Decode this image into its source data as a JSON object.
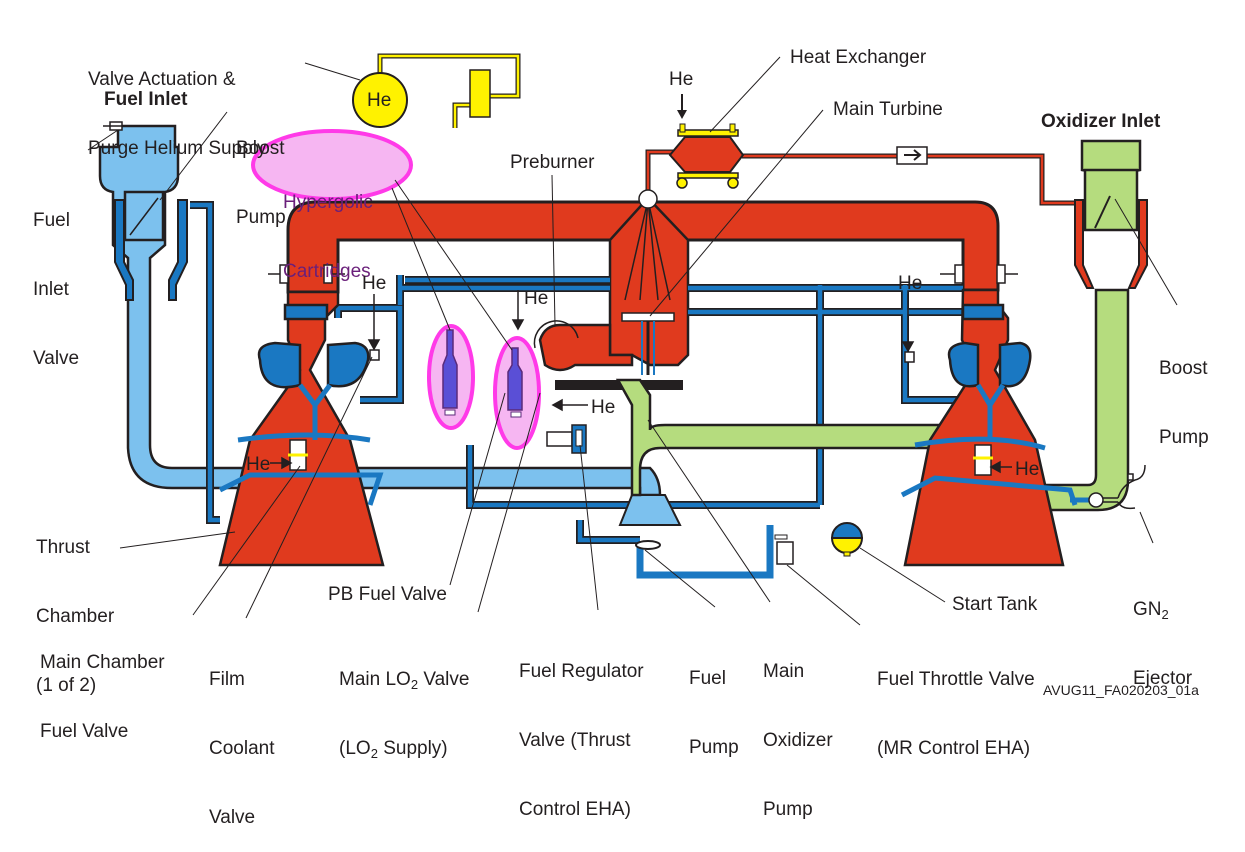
{
  "title": "Engine propellant flow schematic",
  "figure_id": "AVUG11_FA020203_01a",
  "colors": {
    "fuel_dark": "#1a78c2",
    "fuel_light": "#7cc1ee",
    "oxidizer": "#b5dc7e",
    "hot_gas": "#e03a1e",
    "helium": "#fff200",
    "hypergolic_highlight": "#ff4df0",
    "hypergolic_fill": "#f6b6f2",
    "cartridge": "#5a4fd6",
    "outline": "#231f20"
  },
  "labels": {
    "valve_actuation_1": "Valve Actuation &",
    "valve_actuation_2": "Purge Helium Supply",
    "fuel_inlet": "Fuel Inlet",
    "boost_pump_left_1": "Boost",
    "boost_pump_left_2": "Pump",
    "fuel_inlet_valve_1": "Fuel",
    "fuel_inlet_valve_2": "Inlet",
    "fuel_inlet_valve_3": "Valve",
    "hypergolic_1": "Hypergolic",
    "hypergolic_2": "Cartridges",
    "preburner": "Preburner",
    "heat_exchanger": "Heat Exchanger",
    "main_turbine": "Main Turbine",
    "oxidizer_inlet": "Oxidizer Inlet",
    "boost_pump_right_1": "Boost",
    "boost_pump_right_2": "Pump",
    "thrust_chamber_1": "Thrust",
    "thrust_chamber_2": "Chamber",
    "thrust_chamber_3": "(1 of 2)",
    "main_chamber_fuel_valve_1": "Main Chamber",
    "main_chamber_fuel_valve_2": "Fuel Valve",
    "film_coolant_valve_1": "Film",
    "film_coolant_valve_2": "Coolant",
    "film_coolant_valve_3": "Valve",
    "pb_fuel_valve": "PB Fuel Valve",
    "main_lo2_valve_a": "Main LO",
    "main_lo2_valve_sub": "2",
    "main_lo2_valve_b": " Valve",
    "lo2_supply_a": "(LO",
    "lo2_supply_sub": "2",
    "lo2_supply_b": " Supply)",
    "fuel_regulator_1": "Fuel Regulator",
    "fuel_regulator_2": "Valve (Thrust",
    "fuel_regulator_3": "Control EHA)",
    "fuel_pump_1": "Fuel",
    "fuel_pump_2": "Pump",
    "main_ox_pump_1": "Main",
    "main_ox_pump_2": "Oxidizer",
    "main_ox_pump_3": "Pump",
    "start_tank": "Start Tank",
    "fuel_throttle_1": "Fuel Throttle Valve",
    "fuel_throttle_2": "(MR Control EHA)",
    "gn2_a": "GN",
    "gn2_sub": "2",
    "gn2_ejector": "Ejector",
    "he": "He",
    "he_tank": "He"
  }
}
